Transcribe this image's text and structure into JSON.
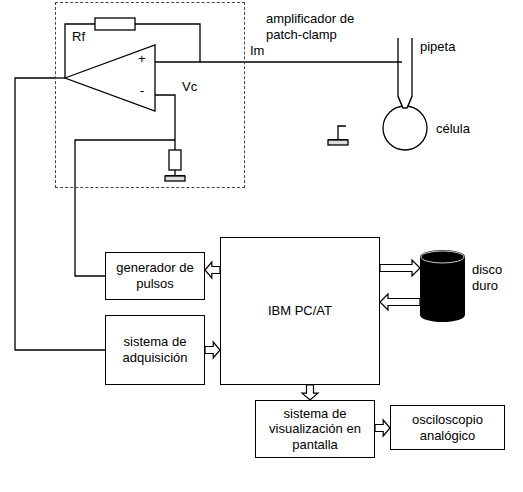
{
  "diagram": {
    "nodes": [
      {
        "text": [
          "amplificador de patch-clamp"
        ]
      },
      {
        "text": [
          "generador de pulsos"
        ]
      },
      {
        "text": [
          "IBM PC/AT"
        ]
      },
      {
        "text": [
          "disco duro"
        ]
      },
      {
        "text": [
          "sistema de adquisición"
        ]
      },
      {
        "text": [
          "sistema de visualización en pantalla"
        ]
      },
      {
        "text": [
          "osciloscopio analógico"
        ]
      }
    ],
    "edges": [
      {
        "from": 2,
        "to": 1,
        "arrow": "to"
      },
      {
        "from": 4,
        "to": 2,
        "arrow": "to"
      },
      {
        "from": 2,
        "to": 3,
        "arrow": "to"
      },
      {
        "from": 3,
        "to": 2,
        "arrow": "to"
      },
      {
        "from": 2,
        "to": 5,
        "arrow": "to"
      },
      {
        "from": 5,
        "to": 6,
        "arrow": "to"
      },
      {
        "from": 1,
        "to": 0,
        "arrow": "none"
      },
      {
        "from": 4,
        "to": 0,
        "arrow": "none"
      }
    ],
    "labels": [
      "Rf",
      "+",
      "-",
      "Vc",
      "Im",
      "pipeta",
      "célula"
    ]
  }
}
